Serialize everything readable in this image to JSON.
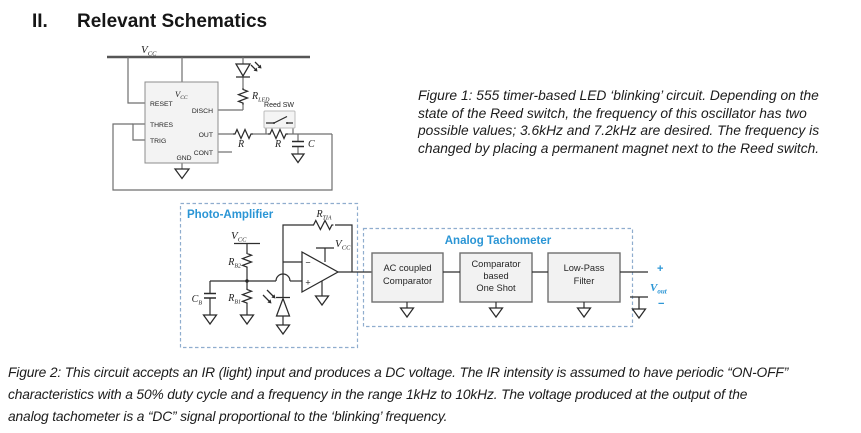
{
  "colors": {
    "accent_blue": "#2a95d5",
    "dashed_border": "#8fadce",
    "block_fill": "#f2f2f2",
    "block_border": "#6f6f6f",
    "wire_gray": "#6f6f6f",
    "text": "#1f1f1f"
  },
  "heading": {
    "number": "II.",
    "title": "Relevant Schematics"
  },
  "fig1": {
    "caption_lines": [
      "Figure 1: 555 timer-based LED ‘blinking’ circuit. Depending on the",
      "state of the Reed switch, the frequency of this oscillator has two",
      "possible values; 3.6kHz and 7.2kHz are desired. The frequency is",
      "changed by placing a permanent magnet next to the Reed switch."
    ],
    "labels": {
      "vcc_rail": {
        "main": "V",
        "sub": "CC"
      },
      "ic_vcc": {
        "main": "V",
        "sub": "CC"
      },
      "pin_reset": "RESET",
      "pin_thres": "THRES",
      "pin_trig": "TRIG",
      "pin_disch": "DISCH",
      "pin_out": "OUT",
      "pin_cont": "CONT",
      "pin_gnd": "GND",
      "r_led": {
        "main": "R",
        "sub": "LED"
      },
      "reed_sw": "Reed SW",
      "r1": "R",
      "r2": "R",
      "c": "C"
    }
  },
  "fig2": {
    "caption_lines": [
      "Figure 2: This circuit accepts an IR (light) input and produces a DC voltage. The IR intensity is assumed to have periodic “ON-OFF”",
      "characteristics with a 50% duty cycle and a frequency in the range 1kHz to 10kHz. The voltage produced at the output of the",
      "analog tachometer is a “DC” signal proportional to the ‘blinking’ frequency."
    ],
    "photo_amp": {
      "title": "Photo-Amplifier",
      "vcc_bias": {
        "main": "V",
        "sub": "CC"
      },
      "r_b2": {
        "main": "R",
        "sub": "B2"
      },
      "r_b1": {
        "main": "R",
        "sub": "B1"
      },
      "c_b": {
        "main": "C",
        "sub": "B"
      },
      "r_tia": {
        "main": "R",
        "sub": "TIA"
      },
      "vcc_opamp": {
        "main": "V",
        "sub": "CC"
      },
      "opamp_minus": "−",
      "opamp_plus": "+"
    },
    "tachometer": {
      "title": "Analog Tachometer",
      "blocks": [
        {
          "lines": [
            "AC coupled",
            "Comparator"
          ]
        },
        {
          "lines": [
            "Comparator",
            "based",
            "One Shot"
          ]
        },
        {
          "lines": [
            "Low-Pass",
            "Filter"
          ]
        }
      ],
      "output": {
        "plus": "+",
        "minus": "−",
        "v_out": {
          "main": "V",
          "sub": "out"
        }
      }
    }
  }
}
